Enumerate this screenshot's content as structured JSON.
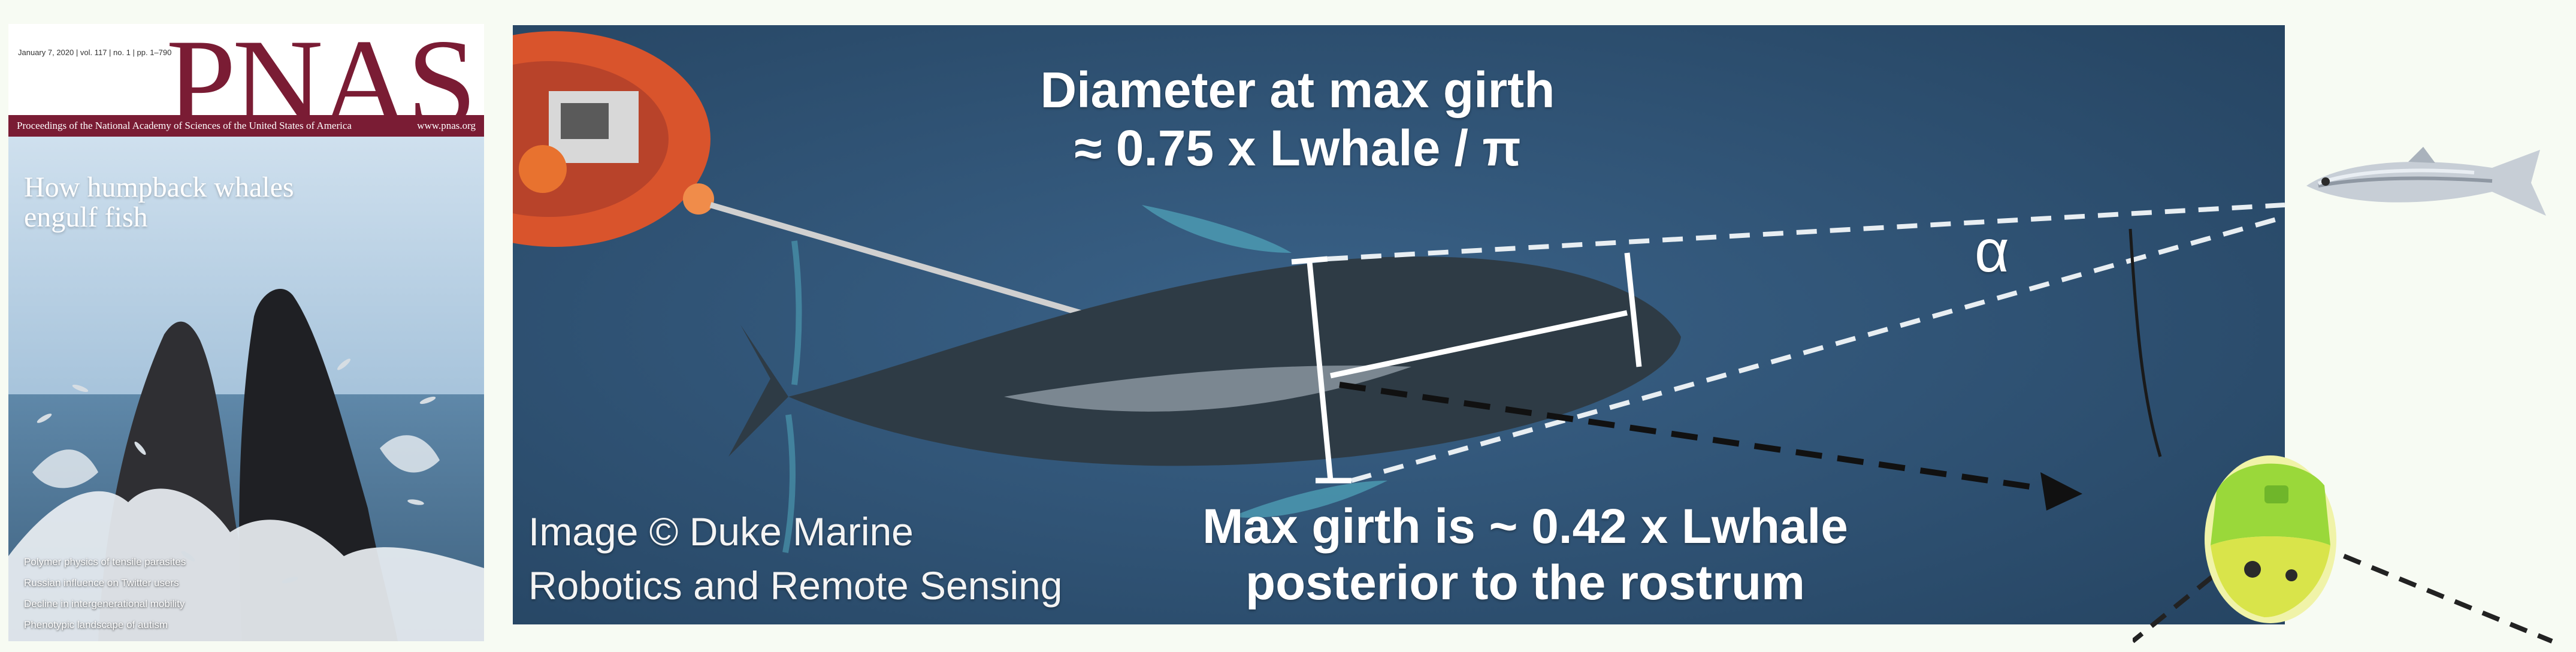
{
  "cover": {
    "meta": "January 7, 2020 | vol. 117 | no. 1 | pp. 1–790",
    "logo": "PNAS",
    "subtitle": "Proceedings of the National Academy of Sciences of the United States of America",
    "url": "www.pnas.org",
    "headline_line1": "How humpback whales",
    "headline_line2": "engulf fish",
    "articles": [
      "Polymer physics of tensile parasites",
      "Russian influence on Twitter users",
      "Decline in intergenerational mobility",
      "Phenotypic landscape of autism"
    ],
    "colors": {
      "brand": "#7a1c34"
    }
  },
  "figure": {
    "diameter_line1": "Diameter at max girth",
    "diameter_line2": "≈ 0.75 x Lwhale / π",
    "girth_line1": "Max girth is ~ 0.42 x Lwhale",
    "girth_line2": "posterior to the rostrum",
    "alpha": "α",
    "credit_line1": "Image © Duke Marine",
    "credit_line2": "Robotics and Remote Sensing",
    "colors": {
      "water": "#2f5274",
      "boat": "#d9542c",
      "camera": "#9ad83a"
    }
  }
}
